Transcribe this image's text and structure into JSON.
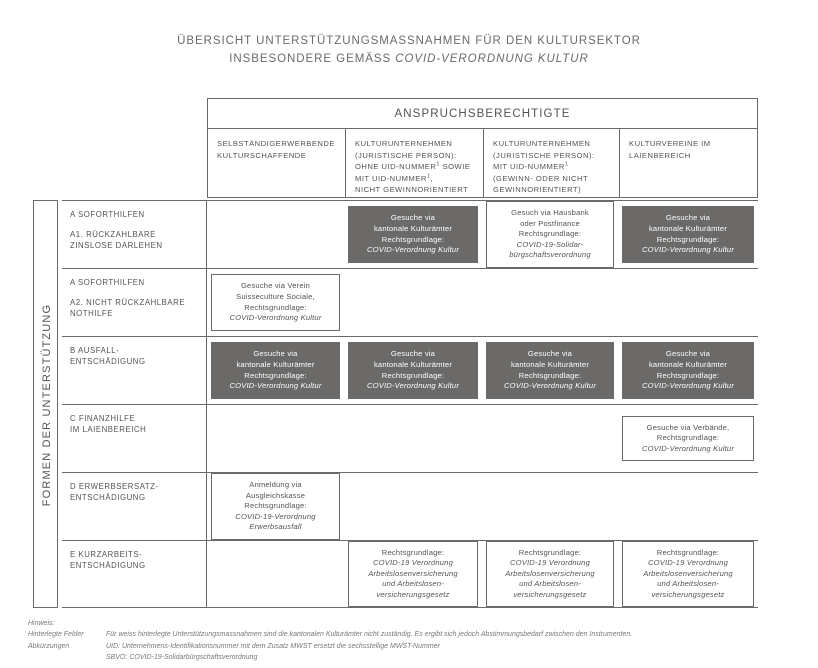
{
  "title": {
    "line1": "ÜBERSICHT UNTERSTÜTZUNGSMASSNAHMEN FÜR DEN KULTURSEKTOR",
    "line2_plain": "INSBESONDERE GEMÄSS ",
    "line2_italic": "COVID-VERORDNUNG KULTUR"
  },
  "matrix": {
    "header_label": "ANSPRUCHSBERECHTIGTE",
    "columns": [
      {
        "lines": [
          "SELBSTÄNDIGERWERBENDE",
          "KULTURSCHAFFENDE"
        ]
      },
      {
        "lines": [
          "KULTURUNTERNEHMEN",
          "(JURISTISCHE PERSON):",
          "OHNE UID-NUMMER¹ SOWIE",
          "MIT UID-NUMMER¹,",
          "NICHT GEWINNORIENTIERT"
        ]
      },
      {
        "lines": [
          "KULTURUNTERNEHMEN",
          "(JURISTISCHE PERSON):",
          "MIT UID-NUMMER¹",
          "(GEWINN- ODER NICHT",
          "GEWINNORIENTIERT)"
        ]
      },
      {
        "lines": [
          "KULTURVEREINE IM",
          "LAIENBEREICH"
        ]
      }
    ]
  },
  "axis": {
    "label": "FORMEN DER UNTERSTÜTZUNG"
  },
  "rows": [
    {
      "label_main": "A SOFORTHILFEN",
      "label_sub": "A1. RÜCKZAHLBARE\nZINSLOSE DARLEHEN",
      "cells": [
        null,
        {
          "style": "dark",
          "lines": [
            {
              "text": "Gesuche via",
              "italic": false
            },
            {
              "text": "kantonale Kulturämter",
              "italic": false
            },
            {
              "text": "Rechtsgrundlage:",
              "italic": false
            },
            {
              "text": "COVID-Verordnung Kultur",
              "italic": true
            }
          ]
        },
        {
          "style": "light",
          "lines": [
            {
              "text": "Gesuch via Hausbank",
              "italic": false
            },
            {
              "text": "oder Postfinance",
              "italic": false
            },
            {
              "text": "Rechtsgrundlage:",
              "italic": false
            },
            {
              "text": "COVID-19-Solidar-",
              "italic": true
            },
            {
              "text": "bürgschaftsverordnung",
              "italic": true
            }
          ]
        },
        {
          "style": "dark",
          "lines": [
            {
              "text": "Gesuche via",
              "italic": false
            },
            {
              "text": "kantonale Kulturämter",
              "italic": false
            },
            {
              "text": "Rechtsgrundlage:",
              "italic": false
            },
            {
              "text": "COVID-Verordnung Kultur",
              "italic": true
            }
          ]
        }
      ]
    },
    {
      "label_main": "A SOFORTHILFEN",
      "label_sub": "A2. NICHT RÜCKZAHLBARE\nNOTHILFE",
      "cells": [
        {
          "style": "light",
          "lines": [
            {
              "text": "Gesuche via Verein",
              "italic": false
            },
            {
              "text": "Suisseculture Sociale,",
              "italic": false
            },
            {
              "text": "Rechtsgrundlage:",
              "italic": false
            },
            {
              "text": "COVID-Verordnung Kultur",
              "italic": true
            }
          ]
        },
        null,
        null,
        null
      ]
    },
    {
      "label_main": "B AUSFALL-\nENTSCHÄDIGUNG",
      "label_sub": "",
      "cells": [
        {
          "style": "dark",
          "lines": [
            {
              "text": "Gesuche via",
              "italic": false
            },
            {
              "text": "kantonale Kulturämter",
              "italic": false
            },
            {
              "text": "Rechtsgrundlage:",
              "italic": false
            },
            {
              "text": "COVID-Verordnung Kultur",
              "italic": true
            }
          ]
        },
        {
          "style": "dark",
          "lines": [
            {
              "text": "Gesuche via",
              "italic": false
            },
            {
              "text": "kantonale Kulturämter",
              "italic": false
            },
            {
              "text": "Rechtsgrundlage:",
              "italic": false
            },
            {
              "text": "COVID-Verordnung Kultur",
              "italic": true
            }
          ]
        },
        {
          "style": "dark",
          "lines": [
            {
              "text": "Gesuche via",
              "italic": false
            },
            {
              "text": "kantonale Kulturämter",
              "italic": false
            },
            {
              "text": "Rechtsgrundlage:",
              "italic": false
            },
            {
              "text": "COVID-Verordnung Kultur",
              "italic": true
            }
          ]
        },
        {
          "style": "dark",
          "lines": [
            {
              "text": "Gesuche via",
              "italic": false
            },
            {
              "text": "kantonale Kulturämter",
              "italic": false
            },
            {
              "text": "Rechtsgrundlage:",
              "italic": false
            },
            {
              "text": "COVID-Verordnung Kultur",
              "italic": true
            }
          ]
        }
      ]
    },
    {
      "label_main": "C FINANZHILFE\nIM LAIENBEREICH",
      "label_sub": "",
      "cells": [
        null,
        null,
        null,
        {
          "style": "light",
          "lines": [
            {
              "text": "Gesuche via Verbände,",
              "italic": false
            },
            {
              "text": "Rechtsgrundlage:",
              "italic": false
            },
            {
              "text": "COVID-Verordnung Kultur",
              "italic": true
            }
          ]
        }
      ]
    },
    {
      "label_main": "D ERWERBSERSATZ-\nENTSCHÄDIGUNG",
      "label_sub": "",
      "cells": [
        {
          "style": "light",
          "lines": [
            {
              "text": "Anmeldung via",
              "italic": false
            },
            {
              "text": "Ausgleichskasse",
              "italic": false
            },
            {
              "text": "Rechtsgrundlage:",
              "italic": false
            },
            {
              "text": "COVID-19-Verordnung",
              "italic": true
            },
            {
              "text": "Erwerbsausfall",
              "italic": true
            }
          ]
        },
        null,
        null,
        null
      ]
    },
    {
      "label_main": "E KURZARBEITS-\nENTSCHÄDIGUNG",
      "label_sub": "",
      "cells": [
        null,
        {
          "style": "light",
          "lines": [
            {
              "text": "Rechtsgrundlage:",
              "italic": false
            },
            {
              "text": "COVID-19 Verordnung",
              "italic": true
            },
            {
              "text": "Arbeitslosenversicherung",
              "italic": true
            },
            {
              "text": "und Arbeitslosen-",
              "italic": true
            },
            {
              "text": "versicherungsgesetz",
              "italic": true
            }
          ]
        },
        {
          "style": "light",
          "lines": [
            {
              "text": "Rechtsgrundlage:",
              "italic": false
            },
            {
              "text": "COVID-19 Verordnung",
              "italic": true
            },
            {
              "text": "Arbeitslosenversicherung",
              "italic": true
            },
            {
              "text": "und Arbeitslosen-",
              "italic": true
            },
            {
              "text": "versicherungsgesetz",
              "italic": true
            }
          ]
        },
        {
          "style": "light",
          "lines": [
            {
              "text": "Rechtsgrundlage:",
              "italic": false
            },
            {
              "text": "COVID-19 Verordnung",
              "italic": true
            },
            {
              "text": "Arbeitslosenversicherung",
              "italic": true
            },
            {
              "text": "und Arbeitslosen-",
              "italic": true
            },
            {
              "text": "versicherungsgesetz",
              "italic": true
            }
          ]
        }
      ]
    }
  ],
  "notes": {
    "heading": "Hinweis:",
    "entries": [
      {
        "key": "Hinterlegte Felder",
        "values": [
          "Für weiss hinterlegte Unterstützungsmassnahmen sind die kantonalen Kulturämter nicht zuständig. Es ergibt sich jedoch Abstimmungsbedarf zwischen den Instrumenten."
        ]
      },
      {
        "key": "Abkürzungen",
        "values": [
          "UID: Unternehmens-Identifikationsnummer mit dem Zusatz MWST ersetzt die sechsstellige MWST-Nummer",
          "SBVO: COVID-19-Solidarbürgschaftsverordnung"
        ]
      }
    ]
  },
  "colors": {
    "dark_cell": "#6b6a68",
    "text": "#55534f",
    "note_text": "#7a7875"
  }
}
